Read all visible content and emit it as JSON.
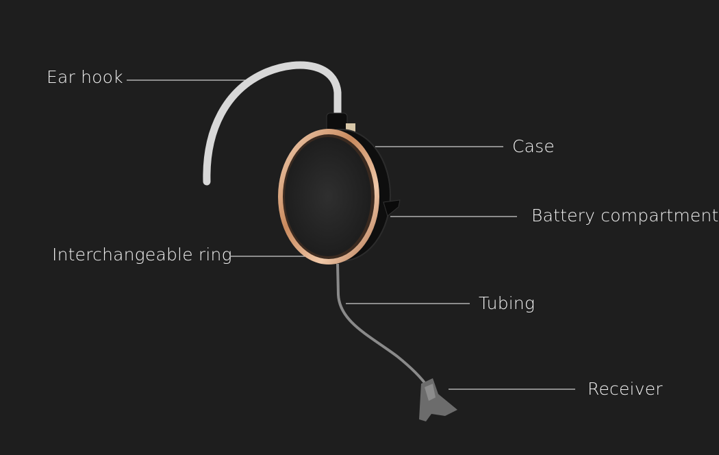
{
  "labels": {
    "ear_hook": "Ear hook",
    "case": "Case",
    "battery_compartment": "Battery compartment",
    "interchangeable_ring": "Interchangeable ring",
    "tubing": "Tubing",
    "receiver": "Receiver"
  },
  "colors": {
    "background": "#1e1e1e",
    "ring": "#d9a07a",
    "hook": "#d8d8d8",
    "case": "#111111",
    "tubing": "#8a8a8a"
  }
}
